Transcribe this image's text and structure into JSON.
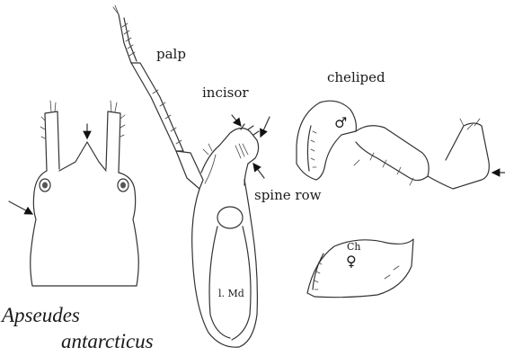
{
  "labels": {
    "palp": "palp",
    "incisor": "incisor",
    "cheliped": "cheliped",
    "spine_row": "spine row",
    "left_mandible": "l. Md",
    "chela": "Ch",
    "male_symbol": "♂",
    "female_symbol": "♀"
  },
  "species": {
    "genus": "Apseudes",
    "epithet": "antarcticus"
  }
}
